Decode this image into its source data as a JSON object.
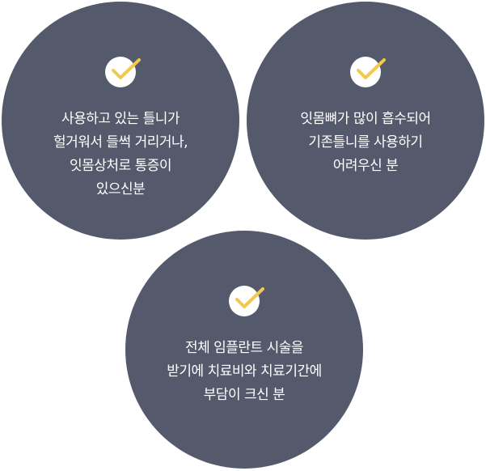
{
  "colors": {
    "circle_bg": "#545a6c",
    "check_bg": "#ffffff",
    "check_mark": "#f2c94c",
    "text": "#ffffff"
  },
  "icon": "check-icon",
  "cards": [
    {
      "lines": [
        "사용하고 있는 틀니가",
        "헐거워서 들썩 거리거나,",
        "잇몸상처로 통증이",
        "있으신분"
      ]
    },
    {
      "lines": [
        "잇몸뼈가 많이 흡수되어",
        "기존틀니를 사용하기",
        "어려우신 분"
      ]
    },
    {
      "lines": [
        "전체 임플란트 시술을",
        "받기에 치료비와 치료기간에",
        "부담이 크신 분"
      ]
    }
  ]
}
